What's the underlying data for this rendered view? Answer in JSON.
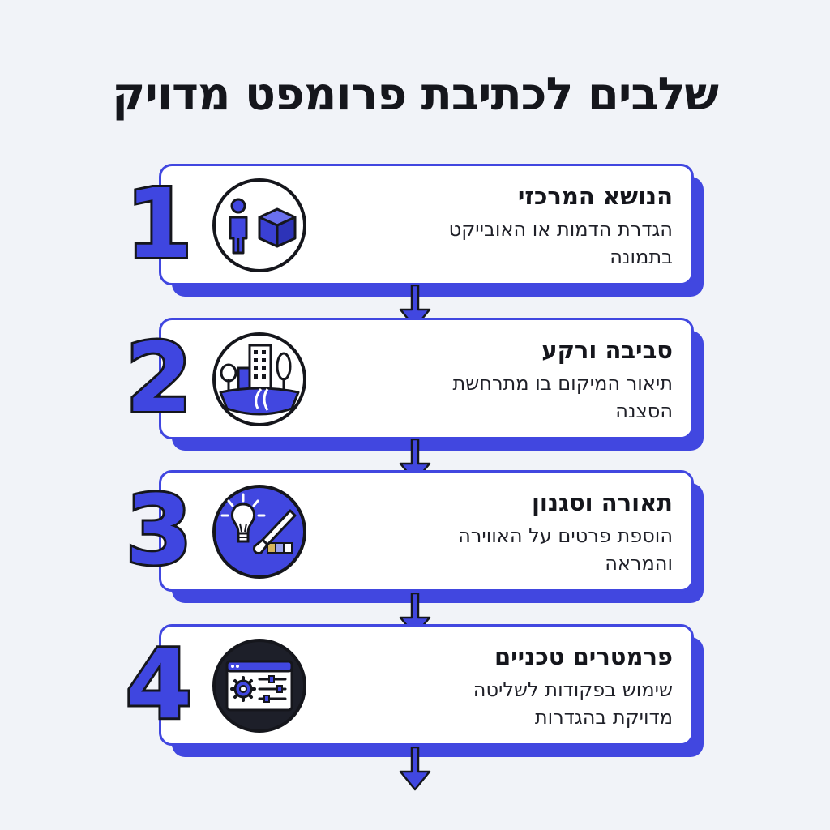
{
  "title": "שלבים לכתיבת פרומפט מדויק",
  "colors": {
    "accent": "#4147e0",
    "ink": "#15161c",
    "background": "#f1f3f8"
  },
  "steps": [
    {
      "number": "1",
      "title": "הנושא המרכזי",
      "desc_line1": "הגדרת הדמות או האובייקט",
      "desc_line2": "בתמונה",
      "icon": "person-cube-icon"
    },
    {
      "number": "2",
      "title": "סביבה ורקע",
      "desc_line1": "תיאור המיקום בו מתרחשת",
      "desc_line2": "הסצנה",
      "icon": "city-landscape-icon"
    },
    {
      "number": "3",
      "title": "תאורה וסגנון",
      "desc_line1": "הוספת פרטים על האווירה",
      "desc_line2": "והמראה",
      "icon": "lightbulb-brush-icon"
    },
    {
      "number": "4",
      "title": "פרמטרים טכניים",
      "desc_line1": "שימוש בפקודות לשליטה",
      "desc_line2": "מדויקת בהגדרות",
      "icon": "settings-window-icon"
    }
  ]
}
